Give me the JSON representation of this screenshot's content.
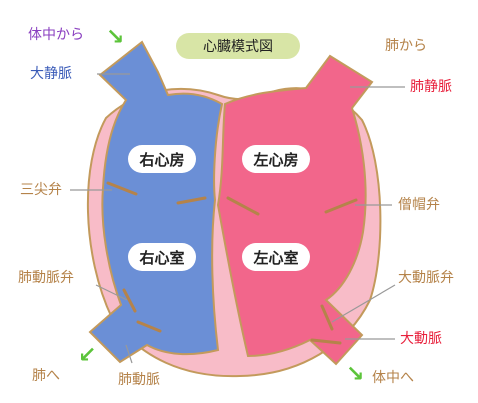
{
  "title": "心臓模式図",
  "chambers": {
    "right_atrium": "右心房",
    "left_atrium": "左心房",
    "right_ventricle": "右心室",
    "left_ventricle": "左心室"
  },
  "labels": {
    "from_body_top": "体中から",
    "vena_cava": "大静脈",
    "from_lungs": "肺から",
    "pulmonary_vein": "肺静脈",
    "tricuspid_valve": "三尖弁",
    "mitral_valve": "僧帽弁",
    "pulmonary_valve": "肺動脈弁",
    "aortic_valve": "大動脈弁",
    "aorta": "大動脈",
    "to_lungs": "肺へ",
    "pulmonary_artery": "肺動脈",
    "to_body": "体中へ"
  },
  "colors": {
    "right_side": "#6b8fd6",
    "left_side": "#f2668b",
    "wall": "#f8bcc8",
    "outline": "#c39a5c",
    "label_text": "#b5834a",
    "vena_cava_text": "#3a5bb8",
    "pulmonary_vein_text": "#e8203c",
    "aorta_text": "#e8203c",
    "from_body_text": "#8a3fc0",
    "arrow": "#5cc43a",
    "title_bg": "#d8e5a6"
  },
  "icons": [
    "arrow-down-right-icon",
    "arrow-down-left-icon"
  ]
}
